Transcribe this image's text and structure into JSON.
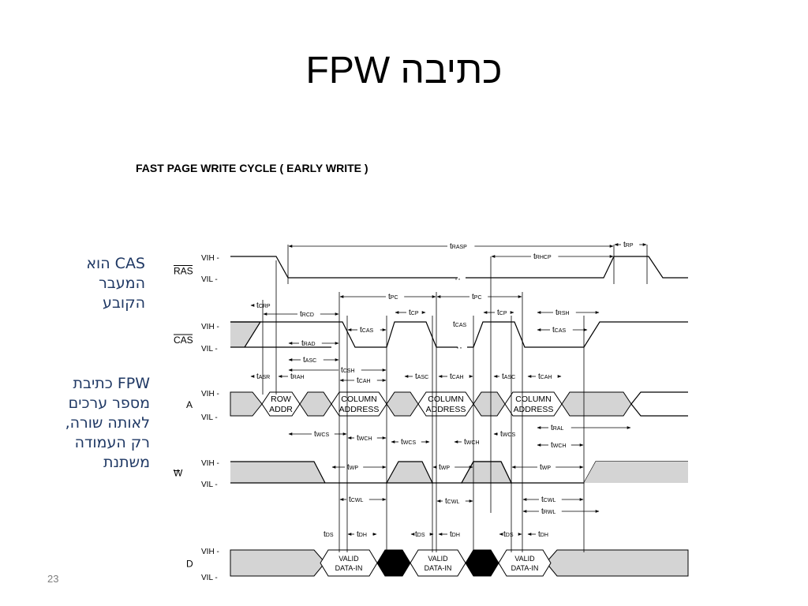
{
  "slide": {
    "title": "FPW כתיבה",
    "note_top": "CAS הוא\nהמעבר\nהקובע",
    "note_bottom": "FPW כתיבת\nמספר ערכים\nלאותה שורה,\nרק העמודה\nמשתנת",
    "page_number": "23"
  },
  "diagram": {
    "title": "FAST PAGE WRITE CYCLE ( EARLY WRITE )",
    "signals": [
      {
        "name": "RAS",
        "overbar": true,
        "vih": "VIH -",
        "vil": "VIL -"
      },
      {
        "name": "CAS",
        "overbar": true,
        "vih": "VIH -",
        "vil": "VIL -"
      },
      {
        "name": "A",
        "overbar": false,
        "vih": "VIH -",
        "vil": "VIL -"
      },
      {
        "name": "W",
        "overbar": true,
        "vih": "VIH -",
        "vil": "VIL -"
      },
      {
        "name": "D",
        "overbar": false,
        "vih": "VIH -",
        "vil": "VIL -"
      }
    ],
    "address_boxes": [
      {
        "line1": "ROW",
        "line2": "ADDR"
      },
      {
        "line1": "COLUMN",
        "line2": "ADDRESS"
      },
      {
        "line1": "COLUMN",
        "line2": "ADDRESS"
      },
      {
        "line1": "COLUMN",
        "line2": "ADDRESS"
      }
    ],
    "data_boxes": [
      {
        "line1": "VALID",
        "line2": "DATA-IN"
      },
      {
        "line1": "VALID",
        "line2": "DATA-IN"
      },
      {
        "line1": "VALID",
        "line2": "DATA-IN"
      }
    ],
    "timings": [
      "tRASP",
      "tRP",
      "tRHCP",
      "tCRP",
      "tRCD",
      "tCAS",
      "tPC",
      "tPC",
      "tCP",
      "tCAS",
      "tCP",
      "tRSH",
      "tCAS",
      "tRAD",
      "tASC",
      "tCSH",
      "tASR",
      "tRAH",
      "tCAH",
      "tASC",
      "tCAH",
      "tASC",
      "tCAH",
      "tRAL",
      "tWCS",
      "tWCH",
      "tWCS",
      "tWCH",
      "tWCS",
      "tWCH",
      "tWP",
      "tWP",
      "tWP",
      "tCWL",
      "tCWL",
      "tCWL",
      "tRWL",
      "tDS",
      "tDH",
      "tDS",
      "tDH",
      "tDS",
      "tDH"
    ]
  }
}
